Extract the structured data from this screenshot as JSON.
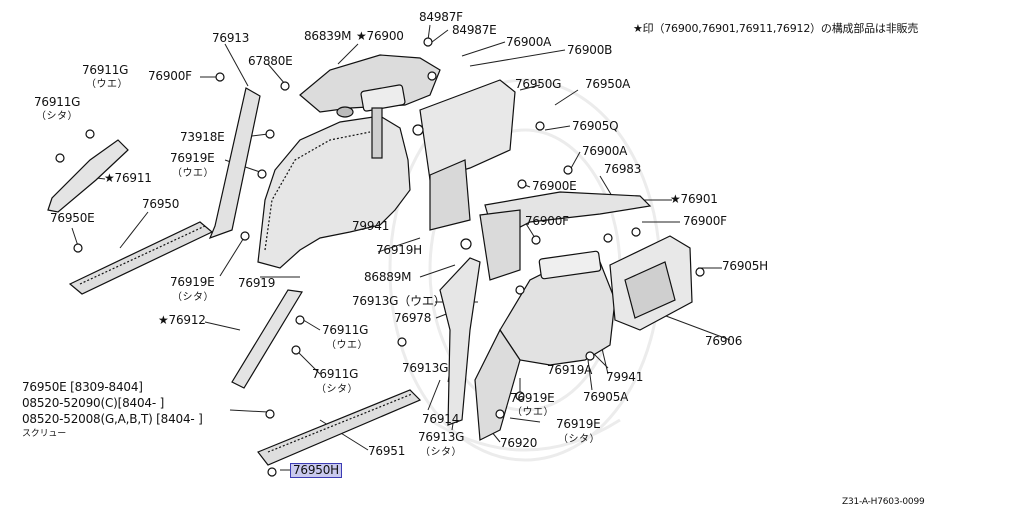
{
  "note": "★印（76900,76901,76911,76912）の構成部品は非販売",
  "drawing_code": "Z31-A-H7603-0099",
  "labels": {
    "p76913_top": "76913",
    "p86839M": "86839M",
    "p76900_star": "★76900",
    "p84987F": "84987F",
    "p84987E": "84987E",
    "p76900A_top": "76900A",
    "p76900B": "76900B",
    "p76911G_a": "76911G",
    "p76900F_left": "76900F",
    "p67880E": "67880E",
    "p76950G": "76950G",
    "p76950A": "76950A",
    "p76911G_b": "76911G",
    "p73918E": "73918E",
    "p76905Q": "76905Q",
    "p76919E_top": "76919E",
    "p76900A_mid": "76900A",
    "p76983": "76983",
    "p76911_star": "★76911",
    "p76900E_mid": "76900E",
    "p76901_star": "★76901",
    "p76950E": "76950E",
    "p76950": "76950",
    "p79941_a": "79941",
    "p76900F_mid": "76900F",
    "p76900F_right": "76900F",
    "p76919H": "76919H",
    "p86889M": "86889M",
    "p76905H": "76905H",
    "p76919E_left": "76919E",
    "p76919": "76919",
    "p76912_star": "★76912",
    "p76913G_a": "76913G（ウエ）",
    "p76978": "76978",
    "p76911G_c": "76911G",
    "p76906": "76906",
    "p76913G_b": "76913G",
    "p76911G_d": "76911G",
    "p76919A": "76919A",
    "p79941_b": "79941",
    "p76919E_b": "76919E",
    "p76905A": "76905A",
    "p76914": "76914",
    "p76913G_c": "76913G",
    "p76919E_c": "76919E",
    "p76920": "76920",
    "p76951": "76951",
    "p76950H": "76950H"
  },
  "subs": {
    "ue": "（ウエ）",
    "shita": "（シタ）"
  },
  "legend": {
    "line1": "76950E [8309-8404]",
    "line2": "08520-52090(C)[8404-     ]",
    "line3": "08520-52008(G,A,B,T) [8404-   ]",
    "line4": "スクリュー"
  }
}
